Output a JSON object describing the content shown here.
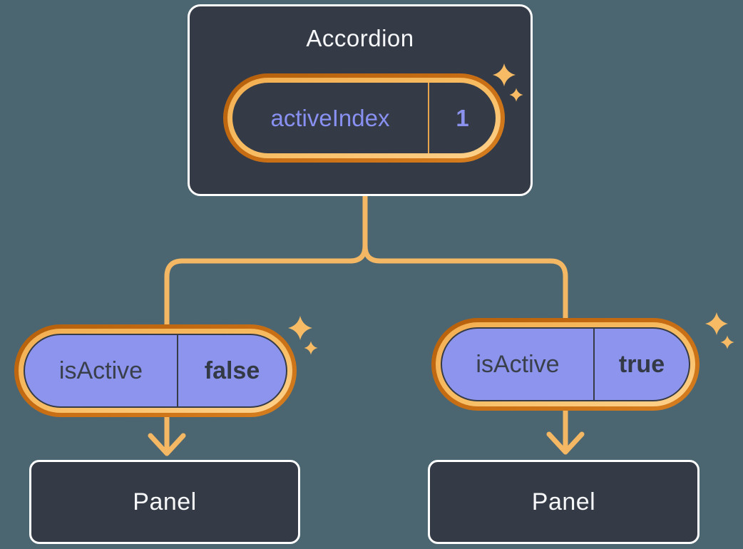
{
  "diagram": {
    "title_hint": "React lifting state diagram",
    "colors": {
      "background": "#4B6670",
      "node_background": "#353B46",
      "node_border": "#FFFFFF",
      "connector_orange": "#F4B763",
      "ring_orange_dark": "#C2690F",
      "ring_orange_light": "#F8BD63",
      "purple_fill": "#8C94EE",
      "purple_text": "#8890F1",
      "light_text": "#F6F7F9",
      "dark_text": "#3A404B",
      "sparkle": "#F6BB64"
    },
    "icons": {
      "sparkle": "four-point-star",
      "arrow_down": "chevron-arrowhead"
    },
    "root": {
      "title": "Accordion",
      "state": {
        "name": "activeIndex",
        "value": "1"
      }
    },
    "children": [
      {
        "prop": {
          "name": "isActive",
          "value": "false"
        },
        "panel": "Panel"
      },
      {
        "prop": {
          "name": "isActive",
          "value": "true"
        },
        "panel": "Panel"
      }
    ]
  }
}
